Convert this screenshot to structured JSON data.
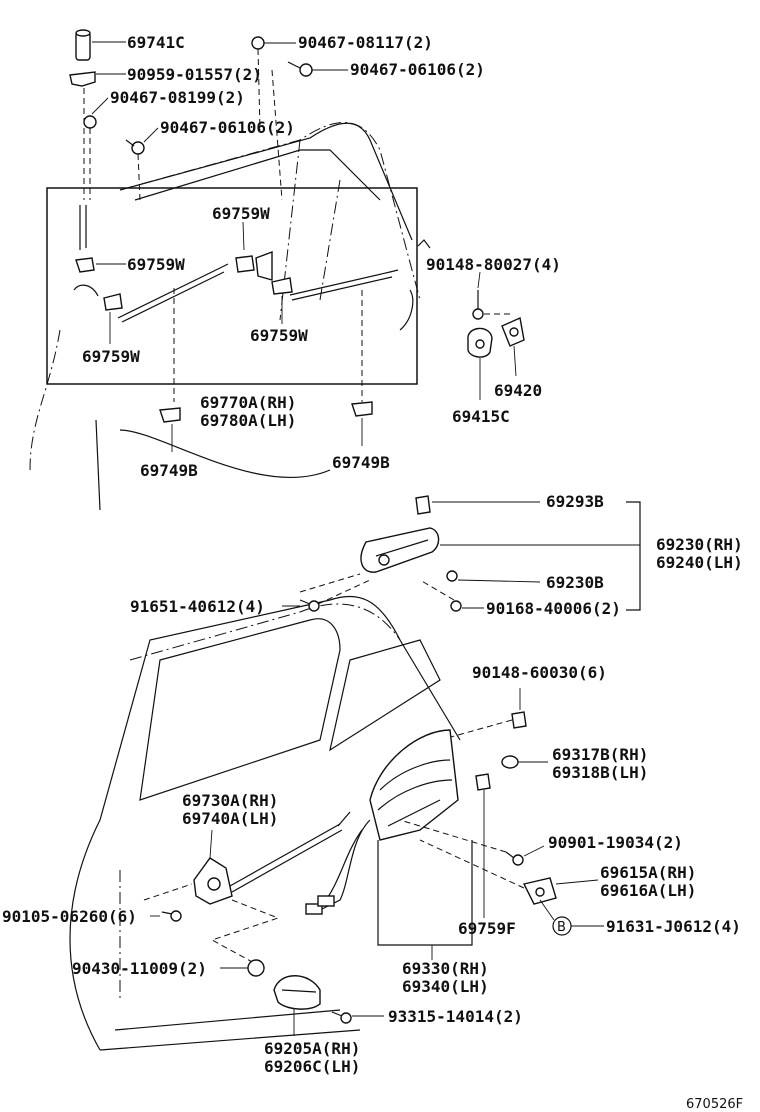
{
  "diagram": {
    "ref_code": "670526F",
    "circle_marker": "B",
    "upper_labels": {
      "p69741C": "69741C",
      "p90959": "90959-01557(2)",
      "p90467_08117": "90467-08117(2)",
      "p90467_06106_a": "90467-06106(2)",
      "p90467_08199": "90467-08199(2)",
      "p90467_06106_b": "90467-06106(2)",
      "p69759W_1": "69759W",
      "p69759W_2": "69759W",
      "p69759W_3": "69759W",
      "p69759W_4": "69759W",
      "p69770A": "69770A(RH)",
      "p69780A": "69780A(LH)",
      "p69749B_1": "69749B",
      "p69749B_2": "69749B",
      "p90148_80027": "90148-80027(4)",
      "p69420": "69420",
      "p69415C": "69415C"
    },
    "lower_labels": {
      "p69293B": "69293B",
      "p69230": "69230(RH)",
      "p69240": "69240(LH)",
      "p69230B": "69230B",
      "p91651": "91651-40612(4)",
      "p90168": "90168-40006(2)",
      "p90148_60030": "90148-60030(6)",
      "p69317B": "69317B(RH)",
      "p69318B": "69318B(LH)",
      "p69730A": "69730A(RH)",
      "p69740A": "69740A(LH)",
      "p90901": "90901-19034(2)",
      "p69615A": "69615A(RH)",
      "p69616A": "69616A(LH)",
      "p90105": "90105-06260(6)",
      "p91631": "91631-J0612(4)",
      "p69759F": "69759F",
      "p90430": "90430-11009(2)",
      "p69330": "69330(RH)",
      "p69340": "69340(LH)",
      "p93315": "93315-14014(2)",
      "p69205A": "69205A(RH)",
      "p69206C": "69206C(LH)"
    }
  }
}
